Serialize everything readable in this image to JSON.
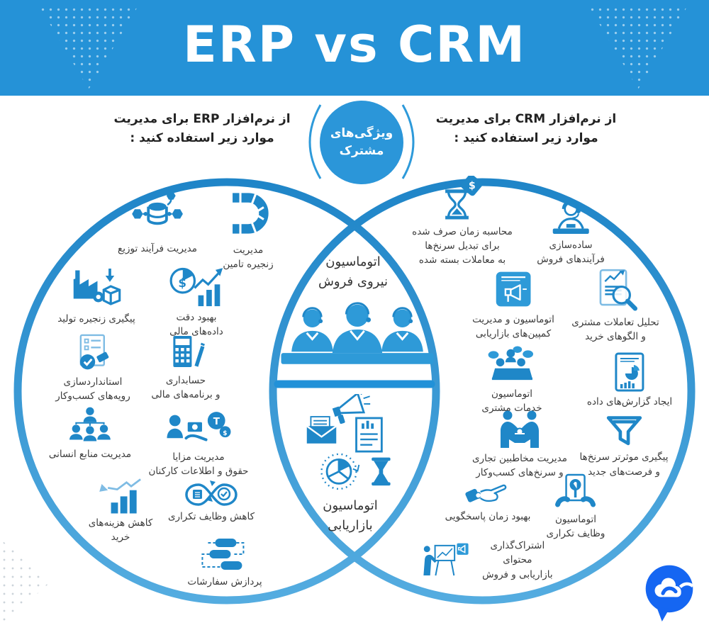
{
  "header": {
    "title": "ERP vs CRM"
  },
  "badge": {
    "label": "ویژگی‌های\nمشترک"
  },
  "erp": {
    "heading": "از نرم‌افزار ERP برای مدیریت\nموارد زیر استفاده کنید :",
    "items": [
      {
        "label": "مدیریت فرآیند توزیع",
        "icon": "distribution-network-icon"
      },
      {
        "label": "مدیریت\nزنجیره تامین",
        "icon": "supply-chain-icon"
      },
      {
        "label": "پیگیری زنجیره تولید",
        "icon": "factory-icon"
      },
      {
        "label": "بهبود دقت\nداده‌های مالی",
        "icon": "financial-accuracy-icon"
      },
      {
        "label": "استانداردسازی\nرویه‌های کسب‌وکار",
        "icon": "standardize-doc-icon"
      },
      {
        "label": "حسابداری\nو برنامه‌های مالی",
        "icon": "calculator-icon"
      },
      {
        "label": "مدیریت منابع انسانی",
        "icon": "hr-people-icon"
      },
      {
        "label": "مدیریت مزایا\nحقوق و اطلاعات کارکنان",
        "icon": "payroll-icon"
      },
      {
        "label": "کاهش هزینه‌های\nخرید",
        "icon": "cost-chart-icon"
      },
      {
        "label": "کاهش وظایف تکراری",
        "icon": "infinity-tasks-icon"
      },
      {
        "label": "پردازش سفارشات",
        "icon": "order-flow-icon"
      }
    ]
  },
  "crm": {
    "heading": "از نرم‌افزار CRM برای مدیریت\nموارد زیر استفاده کنید :",
    "items": [
      {
        "label": "محاسبه زمان صرف شده\nبرای تبدیل سرنخ‌ها\nبه معاملات بسته شده",
        "icon": "hourglass-dollar-icon"
      },
      {
        "label": "ساده‌سازی\nفرآیندهای فروش",
        "icon": "sales-agent-icon"
      },
      {
        "label": "اتوماسیون و مدیریت\nکمپین‌های بازاریابی",
        "icon": "campaign-megaphone-icon"
      },
      {
        "label": "تحلیل تعاملات مشتری\nو الگوهای خرید",
        "icon": "analysis-magnifier-icon"
      },
      {
        "label": "اتوماسیون\nخدمات مشتری",
        "icon": "service-people-icon"
      },
      {
        "label": "ایجاد گزارش‌های داده",
        "icon": "data-report-icon"
      },
      {
        "label": "مدیریت مخاطبین تجاری\nو سرنخ‌های کسب‌وکار",
        "icon": "handshake-icon"
      },
      {
        "label": "پیگیری موثرتر سرنخ‌ها\nو فرصت‌های جدید",
        "icon": "funnel-icon"
      },
      {
        "label": "بهبود زمان پاسخگویی",
        "icon": "pointing-hand-icon"
      },
      {
        "label": "اتوماسیون\nوظایف تکراری",
        "icon": "press-button-icon"
      },
      {
        "label": "اشتراک‌گذاری محتوای\nبازاریابی و فروش",
        "icon": "presenter-icon"
      }
    ]
  },
  "shared": {
    "sales": {
      "label": "اتوماسیون\nنیروی فروش",
      "icon": "call-center-team-icon"
    },
    "marketing": {
      "label": "اتوماسیون\nبازاریابی",
      "icon": "marketing-cluster-icon"
    }
  },
  "logo": {
    "icon": "cloud-phone-chat-logo"
  },
  "colors": {
    "header_blue": "#2592d7",
    "circle_blue": "#2191d8",
    "circle_blue_light": "#54ace0",
    "icon_blue": "#1f87c8",
    "icon_blue_mid": "#2e9ad8",
    "logo_blue": "#1566f2",
    "text_dark": "#3b3b3b"
  }
}
